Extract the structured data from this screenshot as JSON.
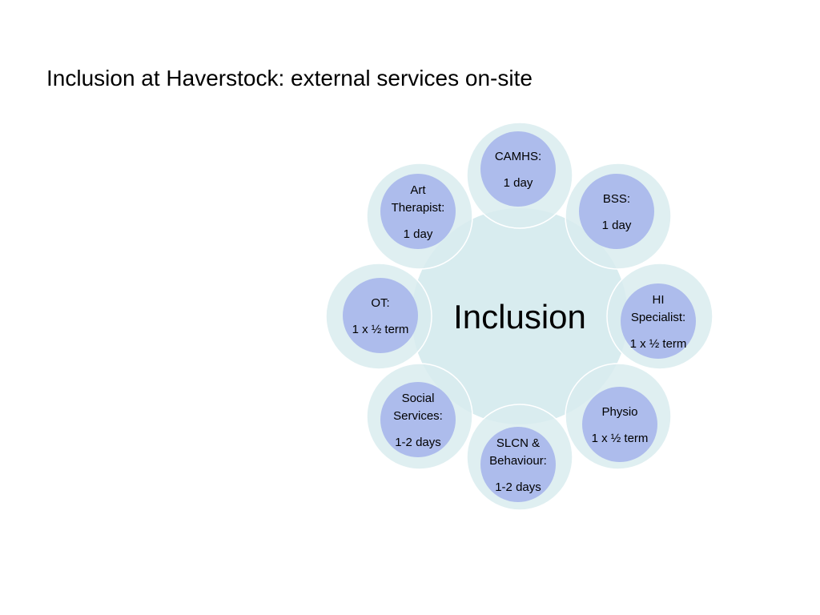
{
  "title": "Inclusion at Haverstock: external services on-site",
  "colors": {
    "background": "#ffffff",
    "center_fill": "#d8ecef",
    "outer_ring_fill": "#d9ecef",
    "inner_circle_fill": "#adbcec",
    "ring_stroke": "#ffffff"
  },
  "diagram": {
    "center_label": "Inclusion",
    "nodes": [
      {
        "id": "camhs",
        "lines": [
          "CAMHS:",
          "1 day"
        ]
      },
      {
        "id": "bss",
        "lines": [
          "BSS:",
          "1 day"
        ]
      },
      {
        "id": "hi-specialist",
        "lines": [
          "HI",
          "Specialist:",
          "1 x ½ term"
        ]
      },
      {
        "id": "physio",
        "lines": [
          "Physio",
          "1 x ½ term"
        ]
      },
      {
        "id": "slcn-behaviour",
        "lines": [
          "SLCN &",
          "Behaviour:",
          "1-2 days"
        ]
      },
      {
        "id": "social-services",
        "lines": [
          "Social",
          "Services:",
          "1-2 days"
        ]
      },
      {
        "id": "ot",
        "lines": [
          "OT:",
          "1 x ½ term"
        ]
      },
      {
        "id": "art-therapist",
        "lines": [
          "Art",
          "Therapist:",
          "1 day"
        ]
      }
    ]
  }
}
